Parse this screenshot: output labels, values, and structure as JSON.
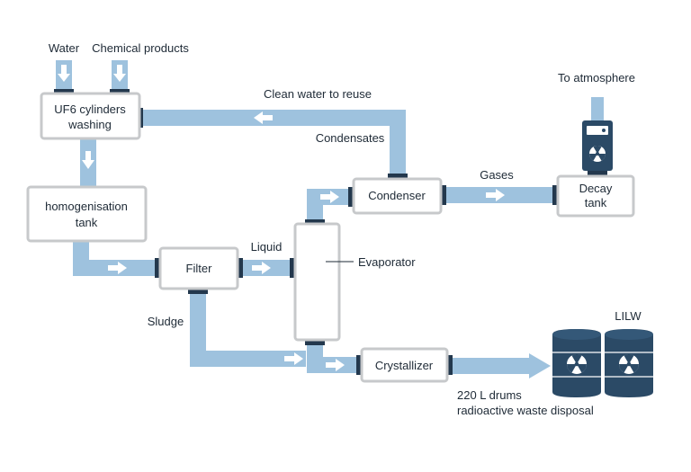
{
  "colors": {
    "pipe": "#9ec2de",
    "connector": "#23384d",
    "box_border": "#c7c9cb",
    "arrow": "#ffffff",
    "drum": "#2b4a66",
    "text": "#1e2a36"
  },
  "inputs": {
    "water": "Water",
    "chemical_products": "Chemical products"
  },
  "boxes": {
    "uf6_line1": "UF6 cylinders",
    "uf6_line2": "washing",
    "homog_line1": "homogenisation",
    "homog_line2": "tank",
    "filter": "Filter",
    "evaporator": "Evaporator",
    "condenser": "Condenser",
    "crystallizer": "Crystallizer",
    "decay_line1": "Decay",
    "decay_line2": "tank"
  },
  "flows": {
    "clean_water": "Clean water to reuse",
    "condensates": "Condensates",
    "gases": "Gases",
    "liquid": "Liquid",
    "sludge": "Sludge",
    "to_atmosphere": "To atmosphere"
  },
  "output": {
    "lilw": "LILW",
    "drums_line1": "220 L drums",
    "drums_line2": "radioactive waste disposal"
  },
  "icons": {
    "monitor": "radiation-monitor-icon",
    "drum": "radioactive-drum-icon"
  }
}
